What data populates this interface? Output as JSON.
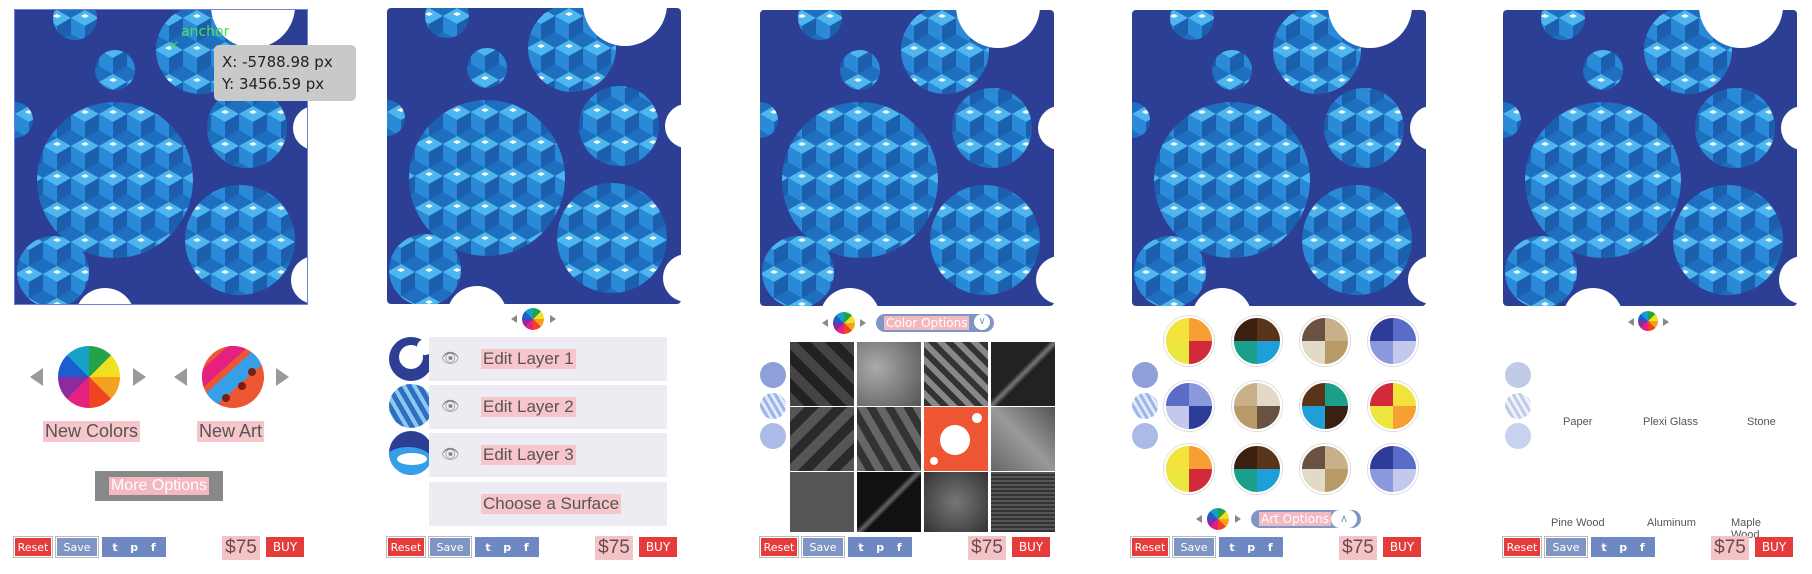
{
  "colors": {
    "art_bg": "#2c3f94",
    "cube_light": "#37a6e6",
    "cube_mid": "#2380c8",
    "cube_dark": "#1a5aa8",
    "accent_red": "#e53b3b",
    "accent_blue": "#7f95c4"
  },
  "panel1": {
    "anchor_label": "anchor",
    "tooltip_x": "X: -5788.98 px",
    "tooltip_y": "Y: 3456.59 px",
    "new_colors_label": "New Colors",
    "new_art_label": "New Art",
    "more_options_label": "More Options"
  },
  "panel2": {
    "layers": [
      {
        "label": "Edit Layer 1",
        "icon": "eye-icon"
      },
      {
        "label": "Edit Layer 2",
        "icon": "eye-icon"
      },
      {
        "label": "Edit Layer 3",
        "icon": "eye-icon"
      }
    ],
    "choose_surface_label": "Choose a Surface"
  },
  "panel3": {
    "color_options_label": "Color Options",
    "dropdown_icon": "chevron-down-icon"
  },
  "panel4": {
    "art_options_label": "Art Options",
    "collapse_icon": "chevron-up-icon"
  },
  "panel5": {
    "materials_top": [
      "Paper",
      "Plexi Glass",
      "Stone"
    ],
    "materials_bottom": [
      "Pine Wood",
      "Aluminum",
      "Maple Wood"
    ]
  },
  "footer": {
    "reset_label": "Reset",
    "save_label": "Save",
    "social_icons": [
      "twitter-icon",
      "pinterest-icon",
      "facebook-icon"
    ],
    "twitter_glyph": "t",
    "pinterest_glyph": "p",
    "facebook_glyph": "f",
    "price": "$75",
    "buy_label": "BUY"
  }
}
